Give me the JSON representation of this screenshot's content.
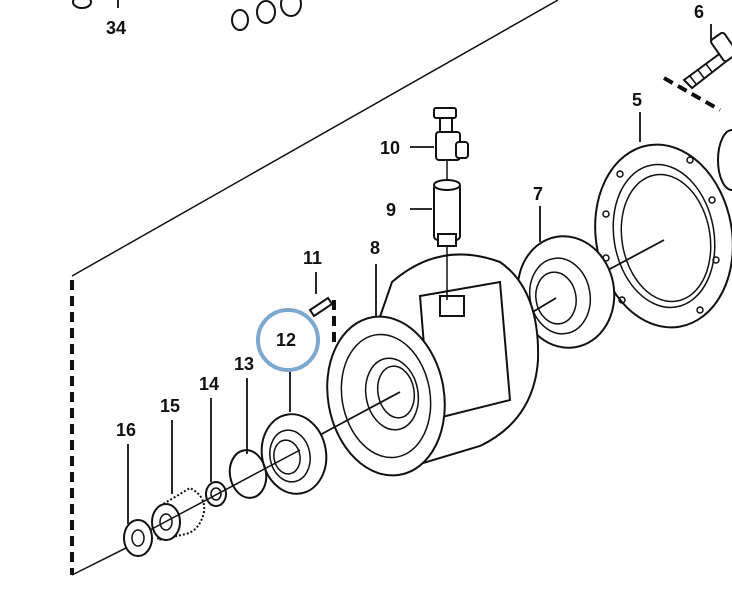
{
  "callouts": {
    "p34": "34",
    "p6": "6",
    "p5": "5",
    "p10": "10",
    "p9": "9",
    "p7": "7",
    "p8": "8",
    "p11": "11",
    "p12": "12",
    "p13": "13",
    "p14": "14",
    "p15": "15",
    "p16": "16"
  },
  "highlight": {
    "callout": "12",
    "color": "#7ea8cf"
  }
}
